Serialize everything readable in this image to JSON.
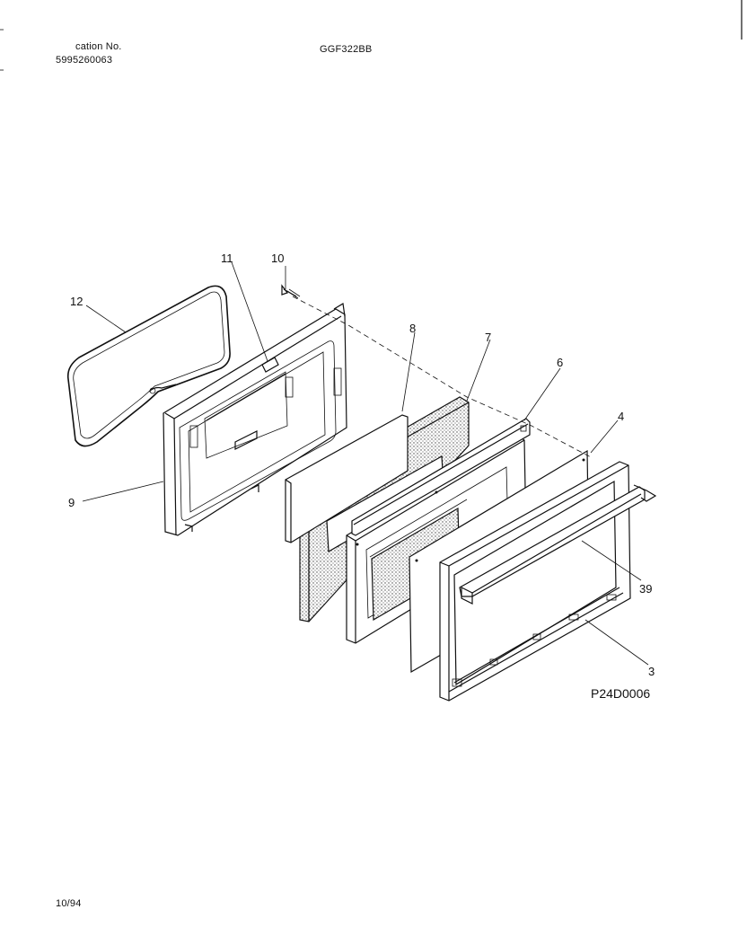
{
  "header": {
    "publication_label": "cation No.",
    "publication_number": "5995260063",
    "model": "GGF322BB"
  },
  "diagram": {
    "code": "P24D0006",
    "callouts": {
      "c12": "12",
      "c11": "11",
      "c10": "10",
      "c8": "8",
      "c7": "7",
      "c6": "6",
      "c4": "4",
      "c9": "9",
      "c39": "39",
      "c3": "3"
    }
  },
  "footer": {
    "date": "10/94"
  }
}
